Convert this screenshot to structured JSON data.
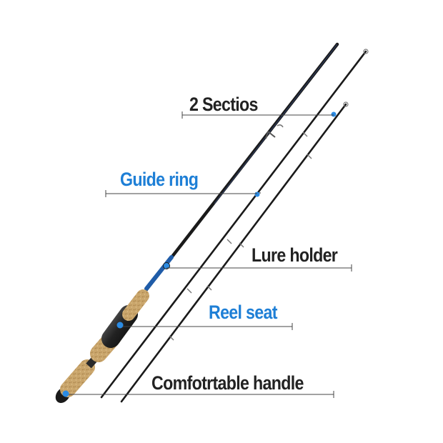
{
  "labels": {
    "sections": "2 Sectios",
    "guide_ring": "Guide ring",
    "lure_holder": "Lure holder",
    "reel_seat": "Reel seat",
    "handle": "Comfotrtable handle"
  },
  "colors": {
    "background": "#ffffff",
    "label_dark": "#222222",
    "label_blue": "#1e7fd6",
    "callout_line": "#444444",
    "marker_dot": "#2b8be3",
    "rod_blank": "#1a1a1a",
    "cork": "#c9a66b",
    "eva_grip": "#2e2e2e"
  }
}
